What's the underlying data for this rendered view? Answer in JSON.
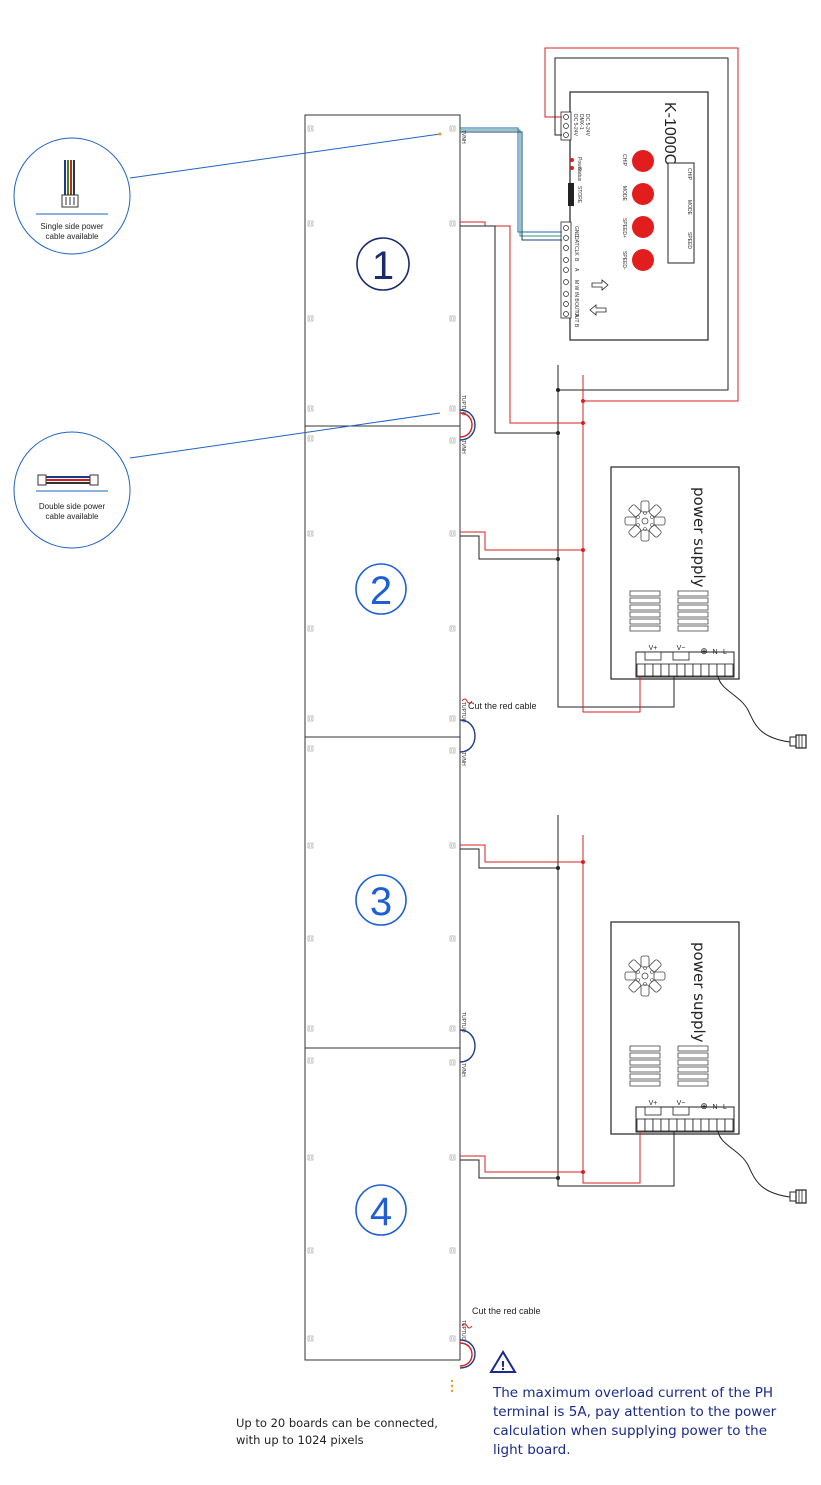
{
  "callouts": {
    "single": {
      "text1": "Single side power",
      "text2": "cable available"
    },
    "double": {
      "text1": "Double side power",
      "text2": "cable available"
    }
  },
  "boards": [
    {
      "number": "1"
    },
    {
      "number": "2"
    },
    {
      "number": "3"
    },
    {
      "number": "4"
    }
  ],
  "board_port_labels": {
    "in": "TVNH",
    "out": "TUPTUO"
  },
  "cut_label_1": "Cut the red cable",
  "cut_label_2": "Cut the red cable",
  "controller": {
    "model": "K-1000C",
    "buttons": [
      "CHIP",
      "MODE",
      "SPEED+",
      "SPEED-"
    ],
    "screen_labels": [
      "CHIP",
      "MODE",
      "SPEED"
    ],
    "leds": [
      "Power",
      "Status"
    ],
    "store": "STORE",
    "power_pins": [
      "DC 5-24V",
      "DMX-1",
      "DC 5-24V"
    ],
    "output_pins": [
      "GND",
      "DAT",
      "CLK",
      "B",
      "A",
      "M W",
      "IN B",
      "OUT A",
      "OUT B"
    ]
  },
  "power_supply": {
    "title": "power supply",
    "terminals": [
      "V+",
      "V−",
      "⊕",
      "N",
      "L"
    ]
  },
  "footer": {
    "note_line1": "Up to 20 boards can be connected,",
    "note_line2": "with up to 1024 pixels"
  },
  "warning": {
    "line1": "The maximum overload current of the PH",
    "line2": "terminal is 5A, pay attention to the power",
    "line3": "calculation when supplying power to the",
    "line4": "light board."
  }
}
